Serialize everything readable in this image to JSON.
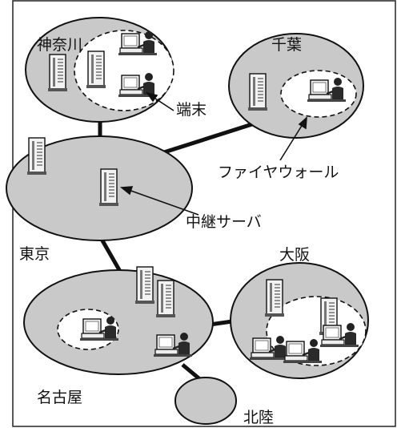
{
  "regions": {
    "kanagawa": "神奈川",
    "chiba": "千葉",
    "tokyo": "東京",
    "osaka": "大阪",
    "nagoya": "名古屋",
    "hokuriku": "北陸"
  },
  "annotations": {
    "terminal": "端末",
    "firewall": "ファイヤウォール",
    "relay_server": "中継サーバ"
  },
  "colors": {
    "region_fill": "#c9c9c9",
    "stroke": "#111111",
    "background": "#ffffff"
  },
  "icons": {
    "server": "server-icon",
    "terminal": "terminal-icon"
  }
}
